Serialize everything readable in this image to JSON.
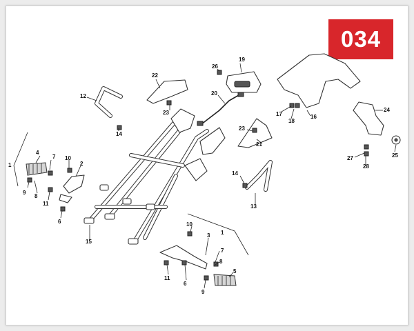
{
  "page_badge": "034",
  "callouts": {
    "c1a": "1",
    "c1b": "1",
    "c2": "2",
    "c3": "3",
    "c4": "4",
    "c5": "5",
    "c6a": "6",
    "c6b": "6",
    "c7a": "7",
    "c7b": "7",
    "c8a": "8",
    "c8b": "8",
    "c9a": "9",
    "c9b": "9",
    "c10a": "10",
    "c10b": "10",
    "c11a": "11",
    "c11b": "11",
    "c12": "12",
    "c13": "13",
    "c14a": "14",
    "c14b": "14",
    "c15": "15",
    "c16": "16",
    "c17": "17",
    "c18": "18",
    "c19": "19",
    "c20": "20",
    "c21": "21",
    "c22": "22",
    "c23a": "23",
    "c23b": "23",
    "c24": "24",
    "c25": "25",
    "c26": "26",
    "c27": "27",
    "c28": "28"
  },
  "colors": {
    "badge": "#d8262b",
    "line": "#333333"
  }
}
